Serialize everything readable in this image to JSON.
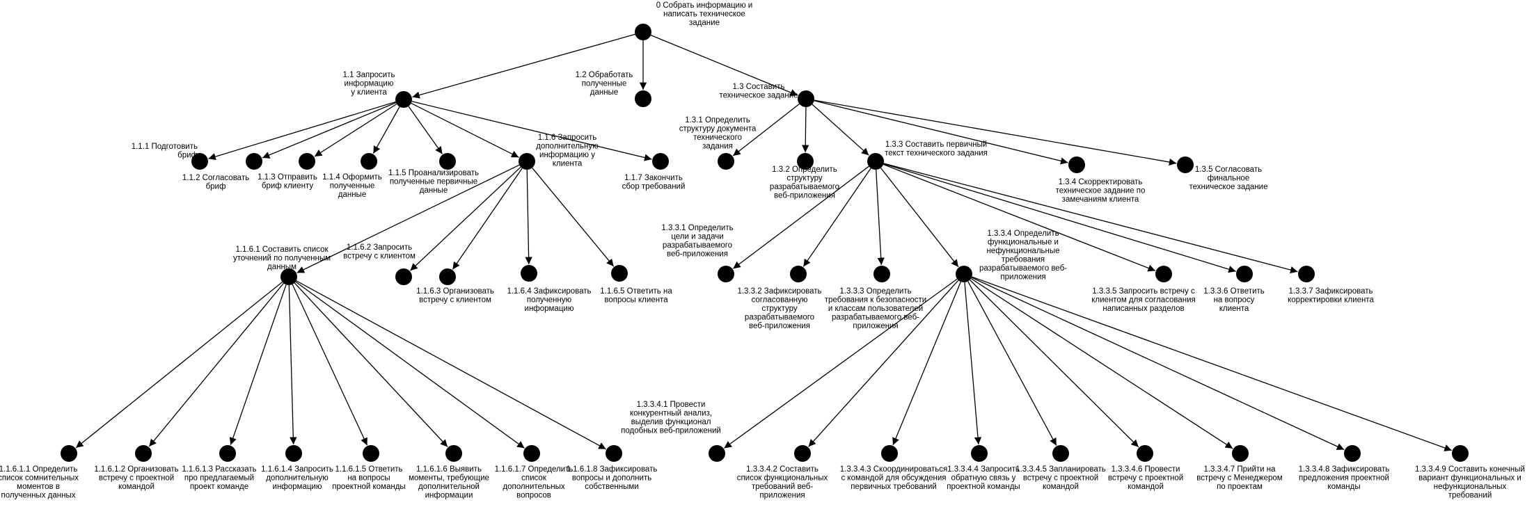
{
  "diagram": {
    "type": "tree",
    "nodes": [
      {
        "id": "n0",
        "label": [
          "0 Собрать информацию и",
          "написать техническое",
          "задание"
        ]
      },
      {
        "id": "n1",
        "parent": "n0",
        "label": [
          "1.1 Запросить",
          "информацию",
          "у клиента"
        ]
      },
      {
        "id": "n2",
        "parent": "n0",
        "label": [
          "1.2 Обработать",
          "полученные",
          "данные"
        ]
      },
      {
        "id": "n3",
        "parent": "n0",
        "label": [
          "1.3 Составить",
          "техническое задание"
        ]
      },
      {
        "id": "n1_1",
        "parent": "n1",
        "label": [
          "1.1.1 Подготовить",
          "бриф"
        ]
      },
      {
        "id": "n1_2",
        "parent": "n1",
        "label": [
          "1.1.2 Согласовать",
          "бриф"
        ]
      },
      {
        "id": "n1_3",
        "parent": "n1",
        "label": [
          "1.1.3 Отправить",
          "бриф клиенту"
        ]
      },
      {
        "id": "n1_4",
        "parent": "n1",
        "label": [
          "1.1.4 Оформить",
          "полученные",
          "данные"
        ]
      },
      {
        "id": "n1_5",
        "parent": "n1",
        "label": [
          "1.1.5 Проанализировать",
          "полученные первичные",
          "данные"
        ]
      },
      {
        "id": "n1_6",
        "parent": "n1",
        "label": [
          "1.1.6 Запросить",
          "дополнительную",
          "информацию у",
          "клиента"
        ]
      },
      {
        "id": "n1_7",
        "parent": "n1",
        "label": [
          "1.1.7 Закончить",
          "сбор требований"
        ]
      },
      {
        "id": "n1_6_1",
        "parent": "n1_6",
        "label": [
          "1.1.6.1 Составить список",
          "уточнений по полученным",
          "данным"
        ]
      },
      {
        "id": "n1_6_2",
        "parent": "n1_6",
        "label": [
          "1.1.6.2 Запросить",
          "встречу с клиентом"
        ]
      },
      {
        "id": "n1_6_3",
        "parent": "n1_6",
        "label": [
          "1.1.6.3 Организовать",
          "встречу с клиентом"
        ]
      },
      {
        "id": "n1_6_4",
        "parent": "n1_6",
        "label": [
          "1.1.6.4 Зафиксировать",
          "полученную",
          "информацию"
        ]
      },
      {
        "id": "n1_6_5",
        "parent": "n1_6",
        "label": [
          "1.1.6.5 Ответить на",
          "вопросы клиента"
        ]
      },
      {
        "id": "n1_6_1_1",
        "parent": "n1_6_1",
        "label": [
          "1.1.6.1.1 Определить",
          "список сомнительных",
          "моментов в",
          "полученных данных"
        ]
      },
      {
        "id": "n1_6_1_2",
        "parent": "n1_6_1",
        "label": [
          "1.1.6.1.2 Организовать",
          "встречу с проектной",
          "командой"
        ]
      },
      {
        "id": "n1_6_1_3",
        "parent": "n1_6_1",
        "label": [
          "1.1.6.1.3 Рассказать",
          "про предлагаемый",
          "проект команде"
        ]
      },
      {
        "id": "n1_6_1_4",
        "parent": "n1_6_1",
        "label": [
          "1.1.6.1.4 Запросить",
          "дополнительную",
          "информацию"
        ]
      },
      {
        "id": "n1_6_1_5",
        "parent": "n1_6_1",
        "label": [
          "1.1.6.1.5 Ответить",
          "на вопросы",
          "проектной команды"
        ]
      },
      {
        "id": "n1_6_1_6",
        "parent": "n1_6_1",
        "label": [
          "1.1.6.1.6 Выявить",
          "моменты, требующие",
          "дополнительной",
          "информации"
        ]
      },
      {
        "id": "n1_6_1_7",
        "parent": "n1_6_1",
        "label": [
          "1.1.6.1.7 Определить",
          "список",
          "дополнительных",
          "вопросов"
        ]
      },
      {
        "id": "n1_6_1_8",
        "parent": "n1_6_1",
        "label": [
          "1.1.6.1.8 Зафиксировать",
          "вопросы и дополнить",
          "собственными"
        ]
      },
      {
        "id": "n3_1",
        "parent": "n3",
        "label": [
          "1.3.1 Определить",
          "структуру документа",
          "технического",
          "задания"
        ]
      },
      {
        "id": "n3_2",
        "parent": "n3",
        "label": [
          "1.3.2 Определить",
          "структуру",
          "разрабатываемого",
          "веб-приложения"
        ]
      },
      {
        "id": "n3_3",
        "parent": "n3",
        "label": [
          "1.3.3 Составить первичный",
          "текст технического задания"
        ]
      },
      {
        "id": "n3_4",
        "parent": "n3",
        "label": [
          "1.3.4 Скорректировать",
          "техническое задание по",
          "замечаниям клиента"
        ]
      },
      {
        "id": "n3_5",
        "parent": "n3",
        "label": [
          "1.3.5 Согласовать",
          "финальное",
          "техническое задание"
        ]
      },
      {
        "id": "n3_3_1",
        "parent": "n3_3",
        "label": [
          "1.3.3.1 Определить",
          "цели и задачи",
          "разрабатываемого",
          "веб-приложения"
        ]
      },
      {
        "id": "n3_3_2",
        "parent": "n3_3",
        "label": [
          "1.3.3.2 Зафиксировать",
          "согласованную",
          "структуру",
          "разрабатываемого",
          "веб-приложения"
        ]
      },
      {
        "id": "n3_3_3",
        "parent": "n3_3",
        "label": [
          "1.3.3.3 Определить",
          "требования к безопасности",
          "и классам пользователей",
          "разрабатываемого веб-",
          "приложения"
        ]
      },
      {
        "id": "n3_3_4",
        "parent": "n3_3",
        "label": [
          "1.3.3.4 Определить",
          "функциональные и",
          "нефункциональные",
          "требования",
          "разрабатываемого веб-",
          "приложения"
        ]
      },
      {
        "id": "n3_3_5",
        "parent": "n3_3",
        "label": [
          "1.3.3.5 Запросить встречу с",
          "клиентом для согласования",
          "написанных разделов"
        ]
      },
      {
        "id": "n3_3_6",
        "parent": "n3_3",
        "label": [
          "1.3.3.6 Ответить",
          "на вопросу",
          "клиента"
        ]
      },
      {
        "id": "n3_3_7",
        "parent": "n3_3",
        "label": [
          "1.3.3.7 Зафиксировать",
          "корректировки клиента"
        ]
      },
      {
        "id": "n3_3_4_1",
        "parent": "n3_3_4",
        "label": [
          "1.3.3.4.1 Провести",
          "конкурентный анализ,",
          "выделив функционал",
          "подобных веб-приложений"
        ]
      },
      {
        "id": "n3_3_4_2",
        "parent": "n3_3_4",
        "label": [
          "1.3.3.4.2 Составить",
          "список функциональных",
          "требований веб-",
          "приложения"
        ]
      },
      {
        "id": "n3_3_4_3",
        "parent": "n3_3_4",
        "label": [
          "1.3.3.4.3 Скоординироваться",
          "с командой для обсуждения",
          "первичных требований"
        ]
      },
      {
        "id": "n3_3_4_4",
        "parent": "n3_3_4",
        "label": [
          "1.3.3.4.4 Запросить",
          "обратную связь у",
          "проектной команды"
        ]
      },
      {
        "id": "n3_3_4_5",
        "parent": "n3_3_4",
        "label": [
          "1.3.3.4.5 Запланировать",
          "встречу с проектной",
          "командой"
        ]
      },
      {
        "id": "n3_3_4_6",
        "parent": "n3_3_4",
        "label": [
          "1.3.3.4.6 Провести",
          "встречу с проектной",
          "командой"
        ]
      },
      {
        "id": "n3_3_4_7",
        "parent": "n3_3_4",
        "label": [
          "1.3.3.4.7 Прийти на",
          "встречу с Менеджером",
          "по проектам"
        ]
      },
      {
        "id": "n3_3_4_8",
        "parent": "n3_3_4",
        "label": [
          "1.3.3.4.8 Зафиксировать",
          "предложения проектной",
          "команды"
        ]
      },
      {
        "id": "n3_3_4_9",
        "parent": "n3_3_4",
        "label": [
          "1.3.3.4.9 Составить конечный",
          "вариант функциональных и",
          "нефункциональных",
          "требований"
        ]
      }
    ]
  }
}
